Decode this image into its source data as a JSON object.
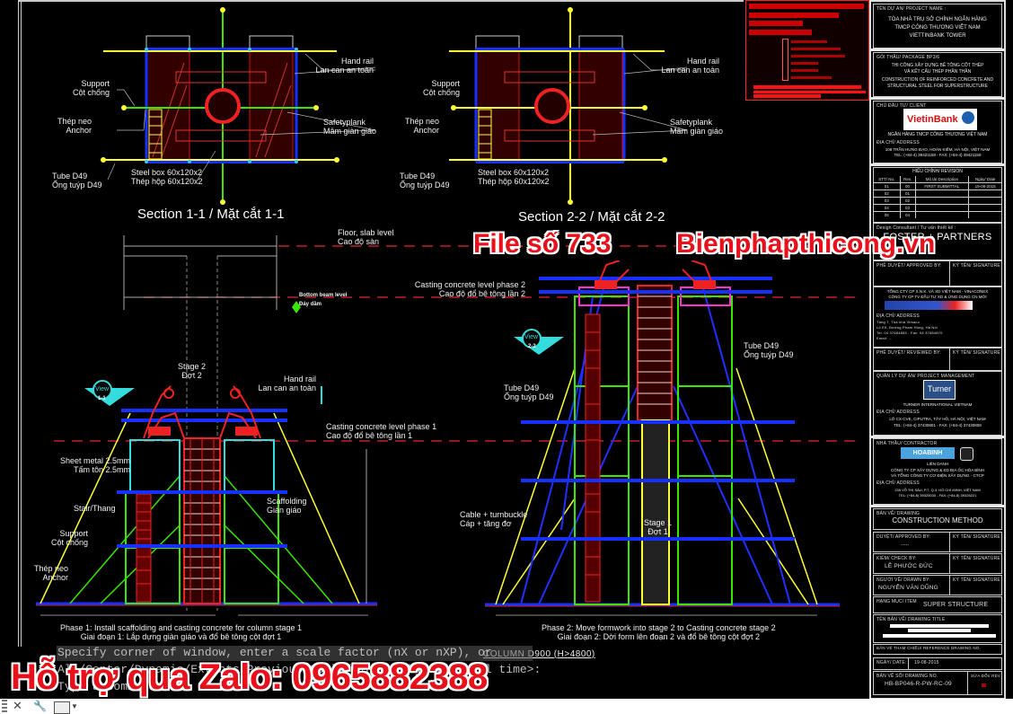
{
  "section_views": [
    {
      "title": "Section 1-1 / Mặt cắt 1-1",
      "labels": {
        "hand_rail": [
          "Hand rail",
          "Lan can an toàn"
        ],
        "support": [
          "Support",
          "Cột chống"
        ],
        "anchor": [
          "Thép neo",
          "Anchor"
        ],
        "safetyplank": [
          "Safetyplank",
          "Mâm giàn giáo"
        ],
        "tube": [
          "Tube D49",
          "Ống tuýp D49"
        ],
        "steel_box": [
          "Steel box 60x120x2",
          "Thép hộp 60x120x2"
        ]
      }
    },
    {
      "title": "Section 2-2 / Mặt cắt 2-2",
      "labels": {
        "hand_rail": [
          "Hand rail",
          "Lan can an toàn"
        ],
        "support": [
          "Support",
          "Cột chống"
        ],
        "anchor": [
          "Thép neo",
          "Anchor"
        ],
        "safetyplank": [
          "Safetyplank",
          "Mâm giàn giáo"
        ],
        "tube": [
          "Tube D49",
          "Ống tuýp D49"
        ],
        "steel_box": [
          "Steel box 60x120x2",
          "Thép hộp 60x120x2"
        ]
      }
    }
  ],
  "elevation_phase1": {
    "floor_slab": [
      "Floor, slab level",
      "Cao độ sàn"
    ],
    "bottom_beam": [
      "Bottom beam level",
      "Đáy dầm"
    ],
    "stage2": [
      "Stage 2",
      "Đợt 2"
    ],
    "view_tag": {
      "word": "View",
      "id": "1-1"
    },
    "hand_rail": [
      "Hand rail",
      "Lan can an toàn"
    ],
    "casting_level": [
      "Casting concrete level phase 1",
      "Cao độ đổ bê tông lần 1"
    ],
    "sheet_metal": [
      "Sheet metal 2.5mm",
      "Tấm tôn 2.5mm"
    ],
    "stair": "Stair/Thang",
    "support": [
      "Support",
      "Cột chống"
    ],
    "anchor": [
      "Thép neo",
      "Anchor"
    ],
    "scaffolding": [
      "Scaffolding",
      "Giàn giáo"
    ],
    "caption": [
      "Phase 1: Install scaffolding and casting concrete for column stage 1",
      "Giai đoạn 1: Lắp dựng giàn giáo và đổ bê tông cột đợt 1"
    ]
  },
  "elevation_phase2": {
    "casting_level": [
      "Casting concrete level phase 2",
      "Cao độ đổ bê tông lần 2"
    ],
    "view_tag": {
      "word": "View",
      "id": "2-2"
    },
    "tube_left": [
      "Tube D49",
      "Ống tuýp D49"
    ],
    "tube_right": [
      "Tube D49",
      "Ống tuýp D49"
    ],
    "cable": [
      "Cable + turnbuckle",
      "Cáp + tăng đơ"
    ],
    "stage1": [
      "Stage 1",
      "Đợt 1"
    ],
    "caption": [
      "Phase 2: Move formwork into stage 2 to Casting concrete stage 2",
      "Giai đoạn 2: Dời form lên đoạn 2 và đổ bê tông cột đợt 2"
    ]
  },
  "drawing_subtitle": "COLUMN D900 (H>4800)",
  "command_line": {
    "line1": "Specify corner of window, enter a scale factor (nX or nXP), or",
    "line2": "All/Center/Dynamic/Extents/Previous/Scale/Window/Object] <real time>:",
    "line3": "Type a command"
  },
  "watermarks": {
    "file_no": "File số 733",
    "site": "Bienphapthicong.vn",
    "support": "Hỗ trợ qua Zalo: 0965882388"
  },
  "title_block": {
    "project_name_header": "TÊN DỰ ÁN/ PROJECT NAME :",
    "project_name": [
      "TÒA NHÀ TRỤ SỞ CHÍNH NGÂN HÀNG",
      "TMCP CÔNG THƯƠNG VIỆT NAM",
      "VIETTINBANK TOWER"
    ],
    "package_header": "GÓI THẦU/ PACKAGE BP3/6",
    "package": [
      "THI CÔNG XÂY DỰNG BÊ TÔNG CỐT THÉP",
      "VÀ KẾT CẤU THÉP PHẦN THÂN",
      "CONSTRUCTION OF REINFORCED CONCRETE AND",
      "STRUCTURAL STEEL FOR SUPERSTRUCTURE"
    ],
    "client_header": "CHỦ ĐẦU TƯ/ CLIENT",
    "client_logo": "VietinBank",
    "client_name": "NGÂN HÀNG TMCP CÔNG THƯƠNG VIỆT NAM",
    "client_address_header": "ĐỊA CHỈ/ ADDRESS",
    "client_address": [
      "108 TRẦN HƯNG ĐẠO, HOÀN KIẾM, HÀ NỘI, VIỆT NAM",
      "TEL: (+84-4) 39421158 - FAX: (+84-4) 39421159"
    ],
    "revision": {
      "header": "HIỆU CHỈNH/ REVISION",
      "columns": [
        "STT/ No.",
        "Rev.",
        "Mô tả/ Description",
        "Ngày/ Date"
      ],
      "rows": [
        [
          "01",
          "00",
          "FIRST SUBMITTAL",
          "19-08-2015"
        ],
        [
          "02",
          "01",
          "",
          ""
        ],
        [
          "03",
          "02",
          "",
          ""
        ],
        [
          "04",
          "03",
          "",
          ""
        ],
        [
          "05",
          "04",
          "",
          ""
        ]
      ]
    },
    "design_consultant_header": "Design Consultant / Tư vấn thiết kế :",
    "design_consultant": "FOSTER + PARTNERS",
    "approved_header": "PHÊ DUYỆT/ APPROVED BY:",
    "signature_header": "KÝ TÊN/ SIGNATURE",
    "vinaconex": [
      "TỔNG CTY CP X.N.K. VÀ XD VIỆT NAM - VINACONEX",
      "CÔNG TY CP TV ĐẦU TƯ XD & ỨNG DỤNG CN MỚI"
    ],
    "vinaconex_address_header": "ĐỊA CHỈ/ ADDRESS",
    "vinaconex_address": [
      "Tầng 7, Tòa nhà Vimaco",
      "Lô E9, Đường Phạm Hùng, Hà Nội",
      "Tel: 04 37684855 - Fax: 04 37684870",
      "Email: ..."
    ],
    "reviewed_header": "PHÊ DUYỆT/ REVIEWED BY:",
    "pm_header": "QUẢN LÝ DỰ ÁN/ PROJECT MANAGEMENT",
    "pm_logo": "Turner",
    "pm_name": "TURNER INTERNATIONAL VIETNAM",
    "pm_address_header": "ĐỊA CHỈ/ ADDRESS",
    "pm_address": [
      "LÔ CX-CVE, CIPUTRA, TÂY HỒ, HÀ NỘI, VIỆT NAM",
      "TEL: (+84-4) 37430801 - FAX: (+84-4) 37430808"
    ],
    "contractor_header": "NHÀ THẦU/ CONTRACTOR",
    "contractor_logo": "HOABINH",
    "contractor_jv": "LIÊN DANH",
    "contractor_name": [
      "CÔNG TY CP XÂY DỰNG & KD ĐỊA ỐC HÒA BÌNH",
      "VÀ TỔNG CÔNG TY CƠ ĐIỆN XÂY DỰNG - CTCP"
    ],
    "contractor_address_header": "ĐỊA CHỈ/ ADDRESS",
    "contractor_address": [
      "235 VÕ THỊ SÁU, P.7, Q.3, HỒ CHÍ MINH, VIỆT NAM",
      "TEL: (+84-8) 39325030 - FAX: (+84-8) 39325221"
    ],
    "drawing_header": "BẢN VẼ/ DRAWING",
    "drawing": "CONSTRUCTION METHOD",
    "approved_by_header": "DUYỆT/ APPROVED BY:",
    "approved_by": "-----",
    "check_header": "KIỂM/ CHECK BY:",
    "check_by": "LÊ PHƯỚC ĐỨC",
    "drawn_header": "NGƯỜI VẼ/ DRAWN BY:",
    "drawn_by": "NGUYỄN VĂN DŨNG",
    "item_header": "HẠNG MỤC/ ITEM",
    "item": "SUPER STRUCTURE",
    "drawing_title_header": "TÊN BẢN VẼ/ DRAWING TITLE",
    "reference_header": "BẢN VẼ THAM CHIẾU/ REFERENCE DRAWING NO.",
    "date_header": "NGÀY/ DATE:",
    "date": "19-08-2015",
    "drawing_no_header": "BẢN VẼ SỐ/ DRAWING NO.",
    "drawing_no": "HB-BP046-R-PW-RC-09",
    "rev_header": "SỬA ĐỔI/ REV"
  },
  "toolbar": {
    "icons": [
      "grip-icon",
      "close-icon",
      "wrench-icon",
      "command-window-icon"
    ]
  }
}
